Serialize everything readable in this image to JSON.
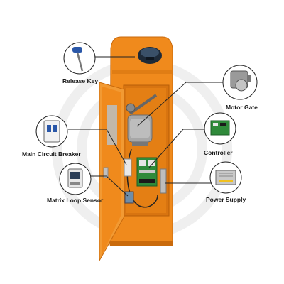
{
  "components": [
    {
      "id": "release-key",
      "label": "Release Key",
      "icon": "t-handle-key-icon"
    },
    {
      "id": "motor-gate",
      "label": "Motor Gate",
      "icon": "gear-motor-icon"
    },
    {
      "id": "main-circuit-breaker",
      "label": "Main Circuit Breaker",
      "icon": "circuit-breaker-icon"
    },
    {
      "id": "controller",
      "label": "Controller",
      "icon": "circuit-board-icon"
    },
    {
      "id": "matrix-loop-sensor",
      "label": "Matrix Loop Sensor",
      "icon": "loop-detector-icon"
    },
    {
      "id": "power-supply",
      "label": "Power Supply",
      "icon": "power-supply-unit-icon"
    }
  ],
  "colors": {
    "cabinet": "#f08a1c",
    "cabinet_shadow": "#c96a0c",
    "interior": "#d87410",
    "connector_line": "#222222",
    "label_text": "#1a1a1a"
  }
}
